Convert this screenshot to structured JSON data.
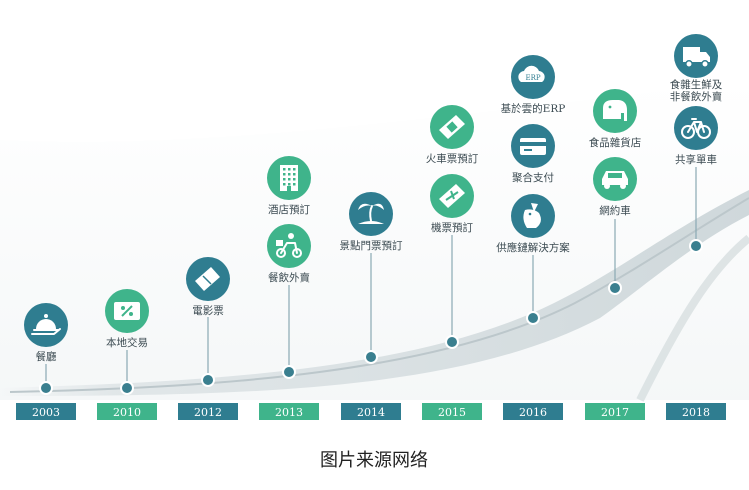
{
  "colors": {
    "teal": "#2f7d90",
    "green": "#3fb48b",
    "stem": "#8aa9b3",
    "node": "#3a7f8f",
    "label": "#3c4b52",
    "caption": "#222222"
  },
  "years": [
    {
      "label": "2003",
      "color": "teal"
    },
    {
      "label": "2010",
      "color": "green"
    },
    {
      "label": "2012",
      "color": "teal"
    },
    {
      "label": "2013",
      "color": "green"
    },
    {
      "label": "2014",
      "color": "teal"
    },
    {
      "label": "2015",
      "color": "green"
    },
    {
      "label": "2016",
      "color": "teal"
    },
    {
      "label": "2017",
      "color": "green"
    },
    {
      "label": "2018",
      "color": "teal"
    }
  ],
  "services": [
    {
      "year": "2003",
      "label": "餐廳",
      "icon": "dining-cloche-icon",
      "color": "teal"
    },
    {
      "year": "2010",
      "label": "本地交易",
      "icon": "discount-coupon-icon",
      "color": "green"
    },
    {
      "year": "2012",
      "label": "電影票",
      "icon": "movie-ticket-icon",
      "color": "teal"
    },
    {
      "year": "2013",
      "label": "酒店預訂",
      "icon": "hotel-building-icon",
      "color": "green"
    },
    {
      "year": "2013",
      "label": "餐飲外賣",
      "icon": "delivery-scooter-icon",
      "color": "green"
    },
    {
      "year": "2014",
      "label": "景點門票預訂",
      "icon": "palm-island-icon",
      "color": "teal"
    },
    {
      "year": "2015",
      "label": "火車票預訂",
      "icon": "train-ticket-icon",
      "color": "green"
    },
    {
      "year": "2015",
      "label": "機票預訂",
      "icon": "flight-ticket-icon",
      "color": "green"
    },
    {
      "year": "2016",
      "label": "基於雲的ERP",
      "icon": "cloud-erp-icon",
      "color": "teal"
    },
    {
      "year": "2016",
      "label": "聚合支付",
      "icon": "payment-card-icon",
      "color": "teal"
    },
    {
      "year": "2016",
      "label": "供應鏈解決方案",
      "icon": "kangaroo-icon",
      "color": "teal"
    },
    {
      "year": "2017",
      "label": "食品雜貨店",
      "icon": "elephant-icon",
      "color": "green"
    },
    {
      "year": "2017",
      "label": "網約車",
      "icon": "car-icon",
      "color": "green"
    },
    {
      "year": "2018",
      "label": "食雜生鮮及非餐飲外賣",
      "label_lines": [
        "食雜生鮮及",
        "非餐飲外賣"
      ],
      "icon": "delivery-truck-icon",
      "color": "teal"
    },
    {
      "year": "2018",
      "label": "共享單車",
      "icon": "bicycle-icon",
      "color": "teal"
    }
  ],
  "caption": "图片来源网络"
}
